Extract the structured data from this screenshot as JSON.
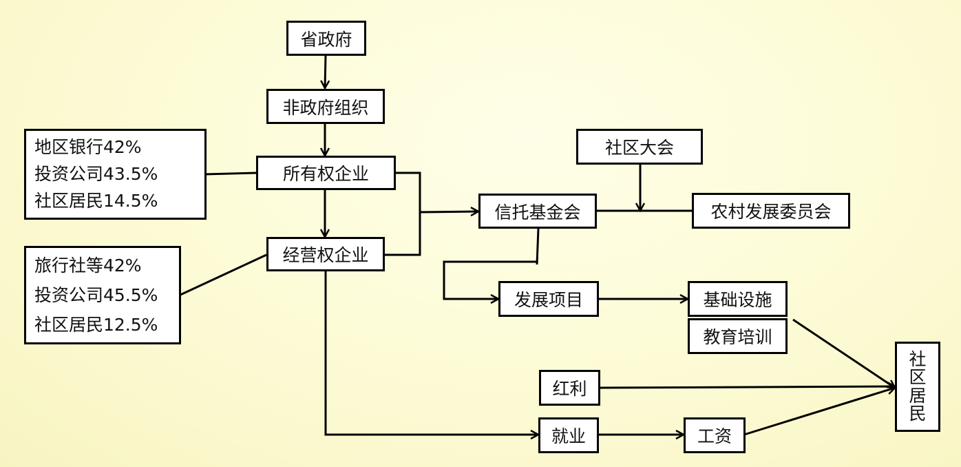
{
  "diagram": {
    "nodes": {
      "provincial_gov": "省政府",
      "ngo": "非政府组织",
      "ownership_enterprise": "所有权企业",
      "operating_enterprise": "经营权企业",
      "trust_fund": "信托基金会",
      "community_assembly": "社区大会",
      "rural_dev_committee": "农村发展委员会",
      "dev_projects": "发展项目",
      "infrastructure": "基础设施",
      "education_training": "教育培训",
      "dividends": "红利",
      "employment": "就业",
      "wages": "工资",
      "community_residents": [
        "社",
        "区",
        "居",
        "民"
      ]
    },
    "ownership_shareholders": [
      "地区银行42%",
      "投资公司43.5%",
      "社区居民14.5%"
    ],
    "operating_shareholders": [
      "旅行社等42%",
      "投资公司45.5%",
      "社区居民12.5%"
    ]
  }
}
